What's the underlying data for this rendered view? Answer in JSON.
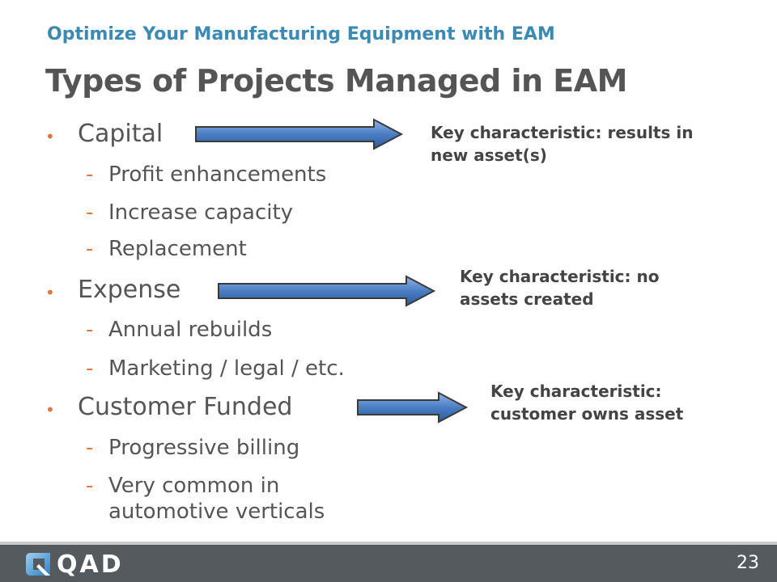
{
  "header": {
    "subtitle": "Optimize Your Manufacturing Equipment with EAM",
    "title": "Types of Projects Managed in EAM"
  },
  "sections": [
    {
      "heading": "Capital",
      "items": [
        "Profit enhancements",
        "Increase capacity",
        "Replacement"
      ],
      "note": [
        "Key characteristic: results in",
        "new asset(s)"
      ]
    },
    {
      "heading": "Expense",
      "items": [
        "Annual rebuilds",
        "Marketing / legal / etc."
      ],
      "note": [
        "Key characteristic: no",
        "assets created"
      ]
    },
    {
      "heading": "Customer Funded",
      "items": [
        "Progressive billing",
        "Very common in",
        "automotive verticals"
      ],
      "note": [
        "Key characteristic:",
        "customer owns asset"
      ]
    }
  ],
  "footer": {
    "logo_text": "QAD",
    "page_number": "23"
  },
  "colors": {
    "accent": "#e0773a",
    "subtitle": "#3a8ab4",
    "arrow": "#4a7ec4",
    "footer": "#555a5e"
  }
}
